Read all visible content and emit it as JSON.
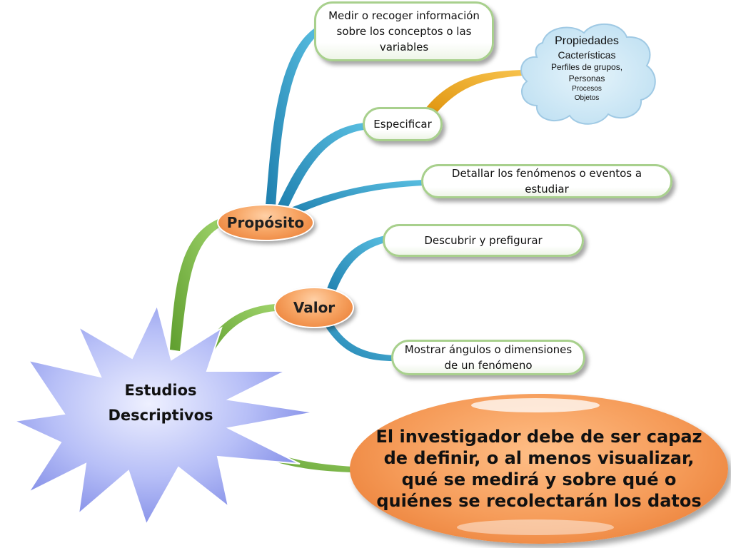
{
  "central": {
    "title_line1": "Estudios",
    "title_line2": "Descriptivos"
  },
  "branches": {
    "proposito": {
      "label": "Propósito",
      "items": {
        "medir": "Medir o recoger información sobre los conceptos o las variables",
        "especificar": "Especificar",
        "detallar": "Detallar los fenómenos o eventos a estudiar"
      },
      "cloud": {
        "line1": "Propiedades",
        "line2": "Cacterísticas",
        "line3": "Perfiles de grupos,",
        "line4": "Personas",
        "line5": "Procesos",
        "line6": "Objetos"
      }
    },
    "valor": {
      "label": "Valor",
      "items": {
        "descubrir": "Descubrir y prefigurar",
        "mostrar": "Mostrar ángulos o dimensiones de un fenómeno"
      }
    }
  },
  "statement": "El investigador debe de ser capaz de definir, o al menos visualizar, qué se medirá y sobre qué o quiénes se recolectarán los datos",
  "colors": {
    "green_branch": "#7ab648",
    "blue_branch": "#2e9bc7",
    "orange_branch": "#f0a81c",
    "orange_node": "#f7a564",
    "star_fill": "#8a96ec",
    "cloud_fill": "#cfe8f6",
    "pill_border": "#a8d08d"
  }
}
